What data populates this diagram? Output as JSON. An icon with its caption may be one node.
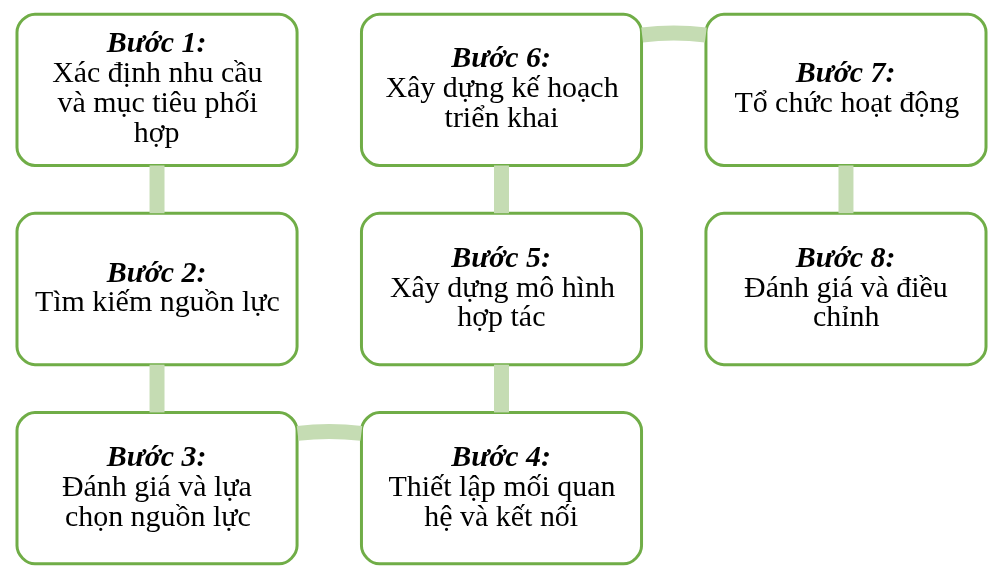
{
  "diagram": {
    "nodes": [
      {
        "text": [
          "Bước 1:",
          "Xác định nhu cầu và mục tiêu phối hợp"
        ]
      },
      {
        "text": [
          "Bước 2:",
          "Tìm kiếm nguồn lực"
        ]
      },
      {
        "text": [
          "Bước 3:",
          "Đánh giá và lựa chọn nguồn lực"
        ]
      },
      {
        "text": [
          "Bước 4:",
          "Thiết lập mối quan hệ và kết nối"
        ]
      },
      {
        "text": [
          "Bước 5:",
          "Xây dựng mô hình hợp tác"
        ]
      },
      {
        "text": [
          "Bước 6:",
          "Xây dựng kế hoạch triển khai"
        ]
      },
      {
        "text": [
          "Bước 7:",
          "Tổ chức hoạt động"
        ]
      },
      {
        "text": [
          "Bước 8:",
          "Đánh giá và điều chỉnh"
        ]
      }
    ],
    "edges": [
      {
        "from": 0,
        "to": 1,
        "arrow": "none"
      },
      {
        "from": 1,
        "to": 2,
        "arrow": "none"
      },
      {
        "from": 2,
        "to": 3,
        "arrow": "none"
      },
      {
        "from": 3,
        "to": 4,
        "arrow": "none"
      },
      {
        "from": 4,
        "to": 5,
        "arrow": "none"
      },
      {
        "from": 5,
        "to": 6,
        "arrow": "none"
      },
      {
        "from": 6,
        "to": 7,
        "arrow": "none"
      }
    ]
  }
}
